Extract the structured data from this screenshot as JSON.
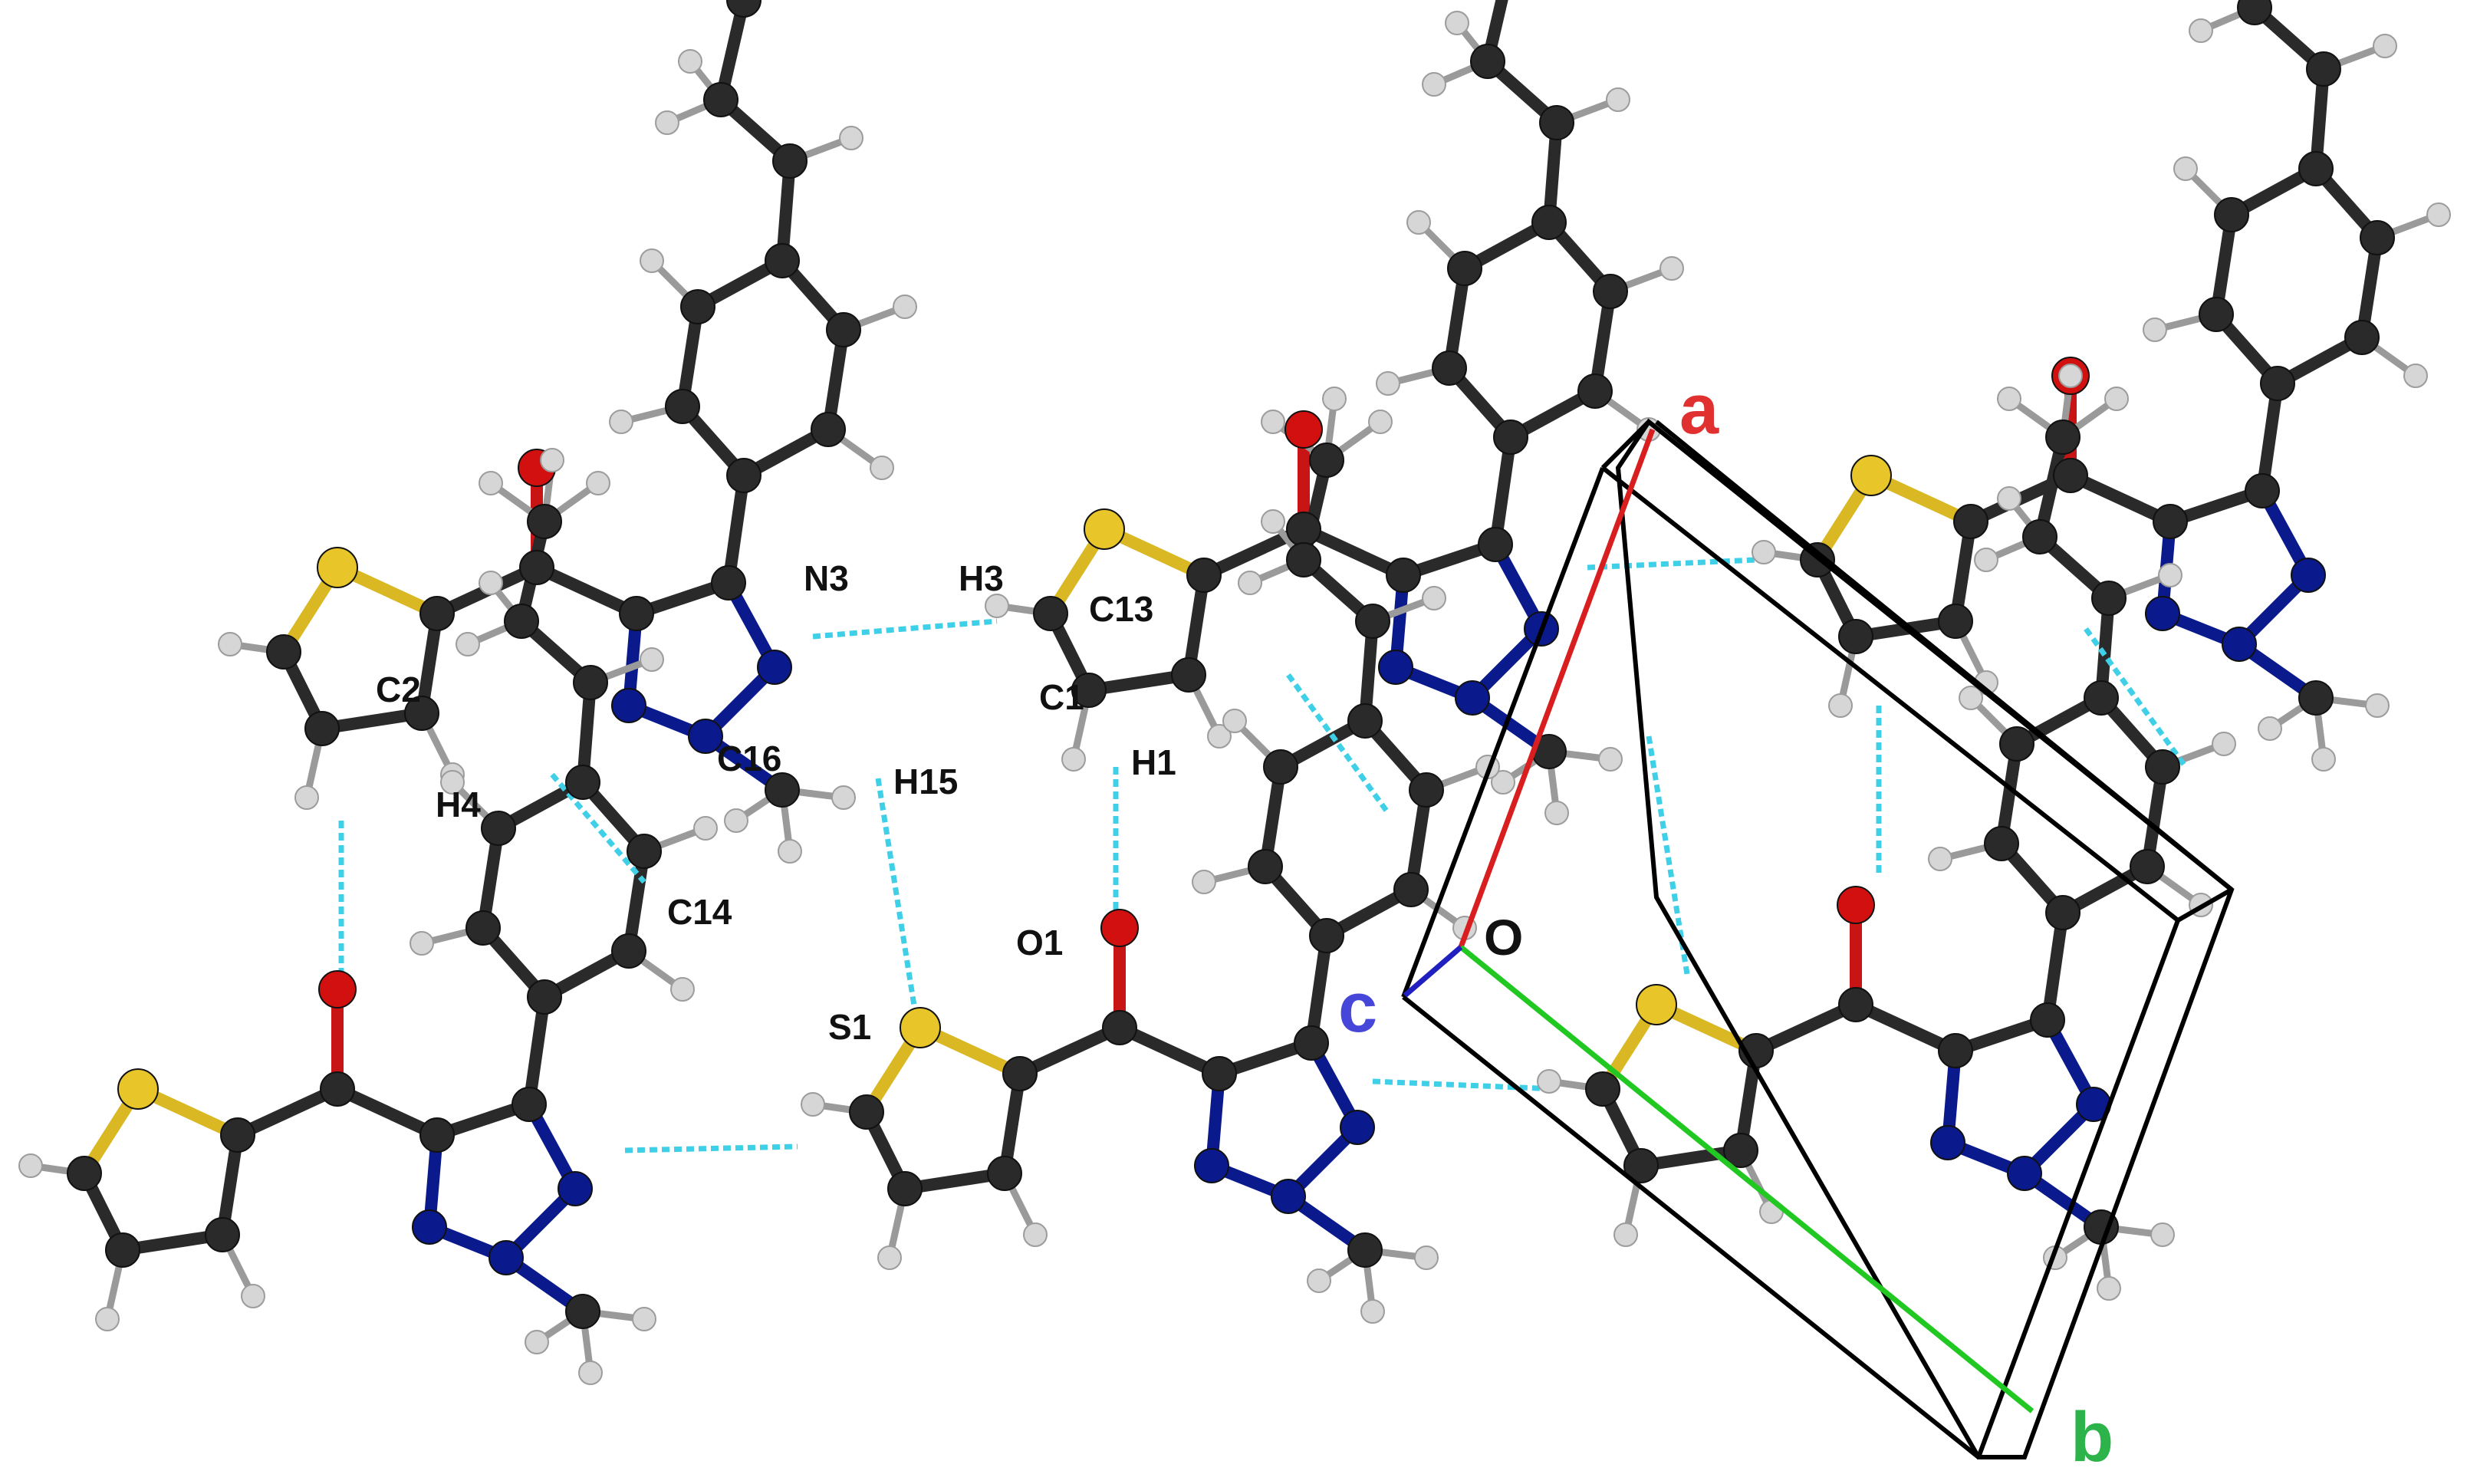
{
  "atom_labels": {
    "n3": "N3",
    "h3": "H3",
    "c13": "C13",
    "c2": "C2",
    "c1": "C1",
    "c16": "C16",
    "h15": "H15",
    "h1": "H1",
    "h4": "H4",
    "c14": "C14",
    "o1": "O1",
    "s1": "S1"
  },
  "axis_labels": {
    "a": "a",
    "b": "b",
    "c": "c",
    "o": "O"
  },
  "colors": {
    "carbon": "#2a2a2a",
    "hydrogen": "#d6d6d6",
    "nitrogen": "#0a1a8c",
    "sulfur": "#e8c62a",
    "oxygen": "#d21010",
    "hbond": "#3fd0e8",
    "axis_a": "#d81e1e",
    "axis_b": "#22c822",
    "axis_c": "#2020c0",
    "label_a": "#e03030",
    "label_b": "#2cb34a",
    "label_c": "#4646d8"
  }
}
